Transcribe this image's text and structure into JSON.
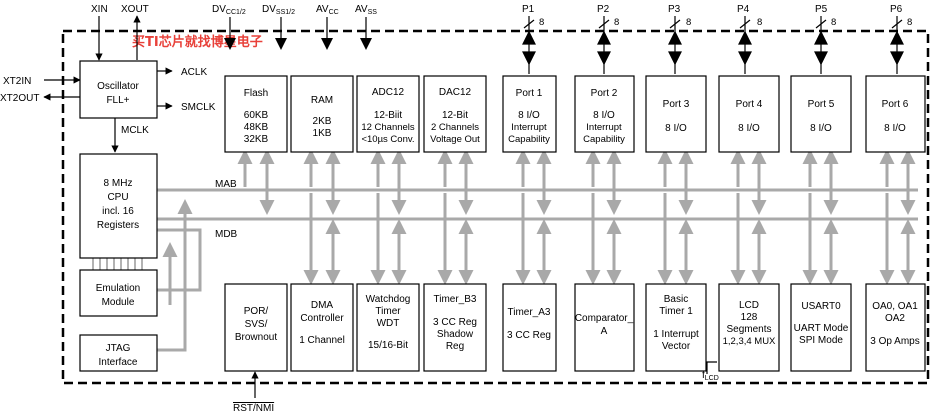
{
  "watermark": "买TI芯片就找博星电子",
  "top_pins": {
    "xin": "XIN",
    "xout": "XOUT",
    "dvcc": {
      "base": "DV",
      "sub": "CC1/2"
    },
    "dvss": {
      "base": "DV",
      "sub": "SS1/2"
    },
    "avcc": {
      "base": "AV",
      "sub": "CC"
    },
    "avss": {
      "base": "AV",
      "sub": "SS"
    }
  },
  "side_pins": {
    "xt2in": "XT2IN",
    "xt2out": "XT2OUT",
    "rst": "RST/NMI"
  },
  "port_bus_width": "8",
  "port_pins": [
    "P1",
    "P2",
    "P3",
    "P4",
    "P5",
    "P6"
  ],
  "clocks": {
    "aclk": "ACLK",
    "smclk": "SMCLK",
    "mclk": "MCLK",
    "flcd": {
      "base": "f",
      "sub": "LCD"
    }
  },
  "bus_labels": {
    "mab": "MAB",
    "mdb": "MDB"
  },
  "oscillator": [
    "Oscillator",
    "FLL+"
  ],
  "cpu": [
    "8 MHz",
    "CPU",
    "incl. 16",
    "Registers"
  ],
  "emulation": [
    "Emulation",
    "Module"
  ],
  "jtag": [
    "JTAG",
    "Interface"
  ],
  "flash": [
    "Flash",
    "",
    "60KB",
    "48KB",
    "32KB"
  ],
  "ram": [
    "RAM",
    "",
    "2KB",
    "1KB"
  ],
  "adc": [
    "ADC12",
    "",
    "12-Biit",
    "12 Channels",
    "<10µs Conv."
  ],
  "dac": [
    "DAC12",
    "",
    "12-Bit",
    "2 Channels",
    "Voltage Out"
  ],
  "port1": [
    "Port 1",
    "",
    "8 I/O",
    "Interrupt",
    "Capability"
  ],
  "port2": [
    "Port 2",
    "",
    "8 I/O",
    "Interrupt",
    "Capability"
  ],
  "port3": [
    "Port 3",
    "",
    "8 I/O"
  ],
  "port4": [
    "Port 4",
    "",
    "8 I/O"
  ],
  "port5": [
    "Port 5",
    "",
    "8 I/O"
  ],
  "port6": [
    "Port 6",
    "",
    "8 I/O"
  ],
  "por": [
    "POR/",
    "SVS/",
    "Brownout"
  ],
  "dma": [
    "DMA",
    "Controller",
    "",
    "1 Channel"
  ],
  "wdt": [
    "Watchdog",
    "Timer",
    "WDT",
    "",
    "15/16-Bit"
  ],
  "timerb": [
    "Timer_B3",
    "",
    "3 CC Reg",
    "Shadow",
    "Reg"
  ],
  "timera": [
    "Timer_A3",
    "",
    "3 CC Reg"
  ],
  "comparator": [
    "Comparator_",
    "A"
  ],
  "basictimer": [
    "Basic",
    "Timer 1",
    "",
    "1 Interrupt",
    "Vector"
  ],
  "lcd": [
    "LCD",
    "128",
    "Segments",
    "1,2,3,4 MUX"
  ],
  "usart": [
    "USART0",
    "",
    "UART Mode",
    "SPI Mode"
  ],
  "opamp": [
    "OA0, OA1",
    "OA2",
    "",
    "3 Op Amps"
  ]
}
